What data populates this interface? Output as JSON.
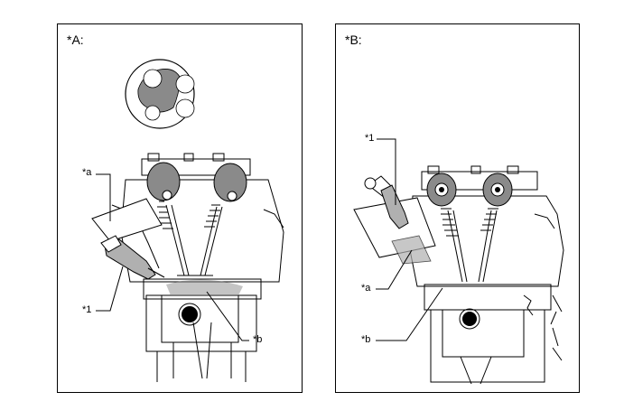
{
  "panels": [
    {
      "tag": "*A:",
      "callouts": {
        "a": "*a",
        "one": "*1",
        "b": "*b"
      }
    },
    {
      "tag": "*B:",
      "callouts": {
        "one": "*1",
        "a": "*a",
        "b": "*b"
      }
    }
  ],
  "colors": {
    "line": "#000000",
    "shade": "#8a8a8a",
    "injector": "#b0b0b0"
  }
}
